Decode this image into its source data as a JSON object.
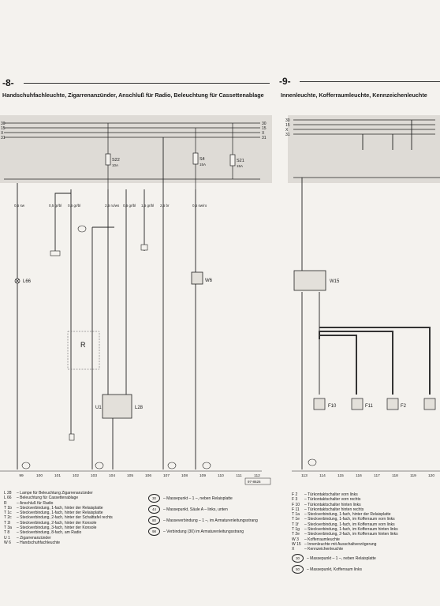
{
  "left": {
    "page": "-8-",
    "title": "Handschuhfachleuchte, Zigarrenanzünder, Anschluß für Radio, Beleuchtung für Cassettenablage",
    "rails": [
      "30",
      "15",
      "X",
      "31"
    ],
    "fuses": [
      {
        "id": "S22",
        "amp": "10A"
      },
      {
        "id": "S4",
        "amp": "15A"
      },
      {
        "id": "S21",
        "amp": "15A"
      }
    ],
    "wires": [
      "0,5 sw",
      "0,5 gr/bl",
      "0,5 gr/bl",
      "2,5 ro/ws",
      "0,5 gr/bl",
      "1,5 gr/bl",
      "2,5 br",
      "0,5 sw/ro"
    ],
    "columns": [
      "99",
      "100",
      "101",
      "102",
      "103",
      "104",
      "105",
      "106",
      "107",
      "108",
      "109",
      "110",
      "111",
      "112"
    ],
    "ref": "97-8626",
    "legend": [
      {
        "code": "L 28",
        "text": "– Lampe für Beleuchtung Zigarrenanzünder"
      },
      {
        "code": "L 66",
        "text": "– Beleuchtung für Cassettenablage"
      },
      {
        "code": "R",
        "text": "– Anschluß für Radio"
      },
      {
        "code": "T 1b",
        "text": "– Steckverbindung, 1-fach, hinter der Relaisplatte"
      },
      {
        "code": "T 1c",
        "text": "– Steckverbindung, 1-fach, hinter der Relaisplatte"
      },
      {
        "code": "T 2c",
        "text": "– Steckverbindung, 2-fach, hinter der Schalttafel rechts"
      },
      {
        "code": "T 2i",
        "text": "– Steckverbindung, 2-fach, hinter der Konsole"
      },
      {
        "code": "T 3a",
        "text": "– Steckverbindung, 3-fach, hinter der Konsole"
      },
      {
        "code": "T 8",
        "text": "– Steckverbindung, 8-fach, am Radio"
      },
      {
        "code": "U 1",
        "text": "– Zigarrenanzünder"
      },
      {
        "code": "W 6",
        "text": "– Handschuhfachleuchte"
      }
    ],
    "mass": [
      {
        "num": "30",
        "text": "– Massepunkt – 1 –, neben Relaisplatte"
      },
      {
        "num": "44",
        "text": "– Massepunkt, Säule A – links, unten"
      },
      {
        "num": "80",
        "text": "– Masseverbindung – 1 –, im Armaturenleitungsstrang"
      },
      {
        "num": "98",
        "text": "– Verbindung (30) im Armaturenleitungsstrang"
      }
    ]
  },
  "right": {
    "page": "-9-",
    "title": "Innenleuchte, Kofferraumleuchte, Kennzeichenleuchte",
    "rails": [
      "30",
      "15",
      "X",
      "31"
    ],
    "columns": [
      "113",
      "114",
      "115",
      "116",
      "117",
      "118",
      "119",
      "120"
    ],
    "legend": [
      {
        "code": "F 2",
        "text": "– Türkontaktschalter vorn links"
      },
      {
        "code": "F 3",
        "text": "– Türkontaktschalter vorn rechts"
      },
      {
        "code": "F 10",
        "text": "– Türkontaktschalter hinten links"
      },
      {
        "code": "F 11",
        "text": "– Türkontaktschalter hinten rechts"
      },
      {
        "code": "T 1a",
        "text": "– Steckverbindung, 1-fach, hinter der Relaisplatte"
      },
      {
        "code": "T 1e",
        "text": "– Steckverbindung, 1-fach, im Kofferraum vorn links"
      },
      {
        "code": "T 1f",
        "text": "– Steckverbindung, 1-fach, im Kofferraum vorn links"
      },
      {
        "code": "T 1g",
        "text": "– Steckverbindung, 1-fach, im Kofferraum hinten links"
      },
      {
        "code": "T 2e",
        "text": "– Steckverbindung, 2-fach, im Kofferraum hinten links"
      },
      {
        "code": "W 3",
        "text": "– Kofferraumleuchte"
      },
      {
        "code": "W 15",
        "text": "– Innenleuchte mit Ausschaltverzögerung"
      },
      {
        "code": "X",
        "text": "– Kennzeichenleuchte"
      }
    ],
    "mass": [
      {
        "num": "30",
        "text": "– Massepunkt – 1 –, neben Relaisplatte"
      },
      {
        "num": "50",
        "text": "– Massepunkt, Kofferraum links"
      }
    ]
  }
}
